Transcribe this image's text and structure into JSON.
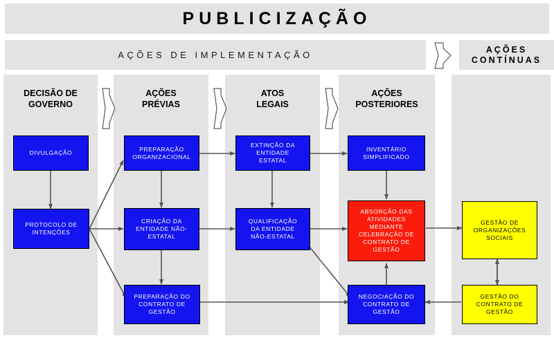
{
  "header": {
    "title": "PUBLICIZAÇÃO",
    "implementation_band": "AÇÕES DE IMPLEMENTAÇÃO",
    "continuous_band_line1": "AÇÕES",
    "continuous_band_line2": "CONTÍNUAS"
  },
  "columns": [
    {
      "id": "decisao-governo",
      "lines": [
        "DECISÃO DE",
        "GOVERNO"
      ]
    },
    {
      "id": "acoes-previas",
      "lines": [
        "AÇÕES",
        "PRÉVIAS"
      ]
    },
    {
      "id": "atos-legais",
      "lines": [
        "ATOS",
        "LEGAIS"
      ]
    },
    {
      "id": "acoes-posteriores",
      "lines": [
        "AÇÕES",
        "POSTERIORES"
      ]
    },
    {
      "id": "acoes-continuas",
      "lines": []
    }
  ],
  "nodes": [
    {
      "id": "divulgacao",
      "color": "blue",
      "lines": [
        "DIVULGAÇÃO"
      ]
    },
    {
      "id": "protocolo-intencoes",
      "color": "blue",
      "lines": [
        "PROTOCOLO DE",
        "INTENÇÕES"
      ]
    },
    {
      "id": "preparacao-organizacional",
      "color": "blue",
      "lines": [
        "PREPARAÇÃO",
        "ORGANIZACIONAL"
      ]
    },
    {
      "id": "criacao-entidade-nao-estatal",
      "color": "blue",
      "lines": [
        "CRIAÇÃO DA",
        "ENTIDADE NÃO-",
        "ESTATAL"
      ]
    },
    {
      "id": "preparacao-contrato-gestao",
      "color": "blue",
      "lines": [
        "PREPARAÇÃO DO",
        "CONTRATO DE",
        "GESTÃO"
      ]
    },
    {
      "id": "extincao-entidade-estatal",
      "color": "blue",
      "lines": [
        "EXTINÇÃO DA",
        "ENTIDADE",
        "ESTATAL"
      ]
    },
    {
      "id": "qualificacao-entidade-nao-estatal",
      "color": "blue",
      "lines": [
        "QUALIFICAÇÃO",
        "DA ENTIDADE",
        "NÃO-ESTATAL"
      ]
    },
    {
      "id": "inventario-simplificado",
      "color": "blue",
      "lines": [
        "INVENTÁRIO",
        "SIMPLIFICADO"
      ]
    },
    {
      "id": "absorcao-atividades",
      "color": "red",
      "lines": [
        "ABSORÇÃO DAS",
        "ATIVIDADES",
        "MEDIANTE",
        "CELEBRAÇÃO DE",
        "CONTRATO DE",
        "GESTÃO"
      ]
    },
    {
      "id": "negociacao-contrato-gestao",
      "color": "blue",
      "lines": [
        "NEGOCIAÇÃO DO",
        "CONTRATO DE",
        "GESTÃO"
      ]
    },
    {
      "id": "gestao-organizacoes-sociais",
      "color": "yellow",
      "lines": [
        "GESTÃO DE",
        "ORGANIZAÇÕES",
        "SOCIAIS"
      ]
    },
    {
      "id": "gestao-contrato-gestao",
      "color": "yellow",
      "lines": [
        "GESTÃO DO",
        "CONTRATO DE",
        "GESTÃO"
      ]
    }
  ],
  "colors": {
    "band": "#e3e3e3",
    "blue": "#1414f0",
    "red": "#fc1c0c",
    "yellow": "#ffff00",
    "line": "#555555",
    "background": "#ffffff"
  },
  "chevrons": [
    {
      "id": "chevron-previas",
      "label": "stage-arrow-icon"
    },
    {
      "id": "chevron-legais",
      "label": "stage-arrow-icon"
    },
    {
      "id": "chevron-posteriores",
      "label": "stage-arrow-icon"
    },
    {
      "id": "chevron-continuas",
      "label": "stage-arrow-icon"
    }
  ]
}
